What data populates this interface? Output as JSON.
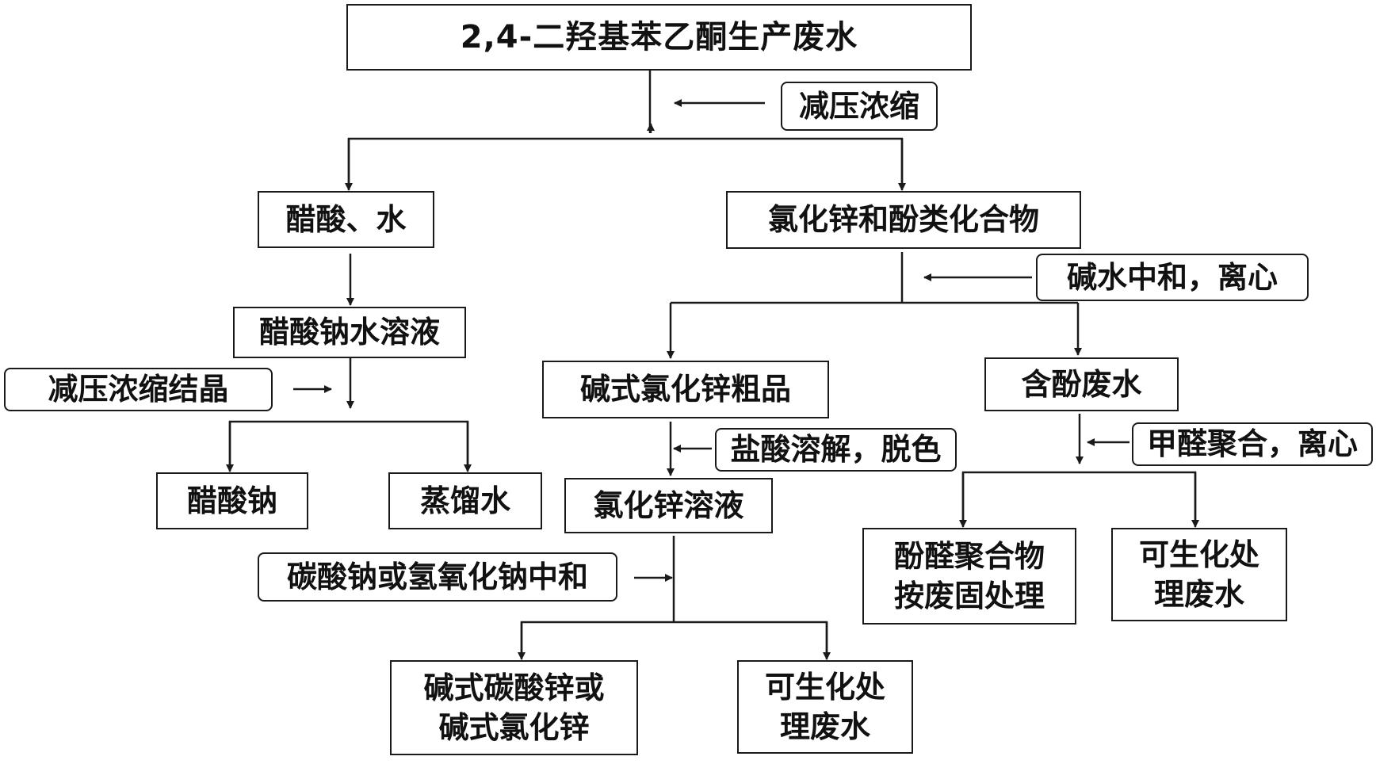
{
  "nodes": {
    "source": "2,4-二羟基苯乙酮生产废水",
    "acetic_water": "醋酸、水",
    "zncl_phenol": "氯化锌和酚类化合物",
    "sodium_acetate_solution": "醋酸钠水溶液",
    "sodium_acetate": "醋酸钠",
    "distilled_water": "蒸馏水",
    "crude_basic_zncl": "碱式氯化锌粗品",
    "phenol_wastewater": "含酚废水",
    "zncl_solution": "氯化锌溶液",
    "phenolic_polymer_line1": "酚醛聚合物",
    "phenolic_polymer_line2": "按废固处理",
    "biodeg_right_line1": "可生化处",
    "biodeg_right_line2": "理废水",
    "final_product_line1": "碱式碳酸锌或",
    "final_product_line2": "碱式氯化锌",
    "biodeg_bottom_line1": "可生化处",
    "biodeg_bottom_line2": "理废水"
  },
  "operations": {
    "vacuum_concentration": "减压浓缩",
    "neutralize_centrifuge": "碱水中和，离心",
    "vacuum_crystallize": "减压浓缩结晶",
    "hcl_dissolve_decolor": "盐酸溶解，脱色",
    "formaldehyde_polymerize": "甲醛聚合，离心",
    "carbonate_hydroxide_neutralize": "碳酸钠或氢氧化钠中和"
  }
}
